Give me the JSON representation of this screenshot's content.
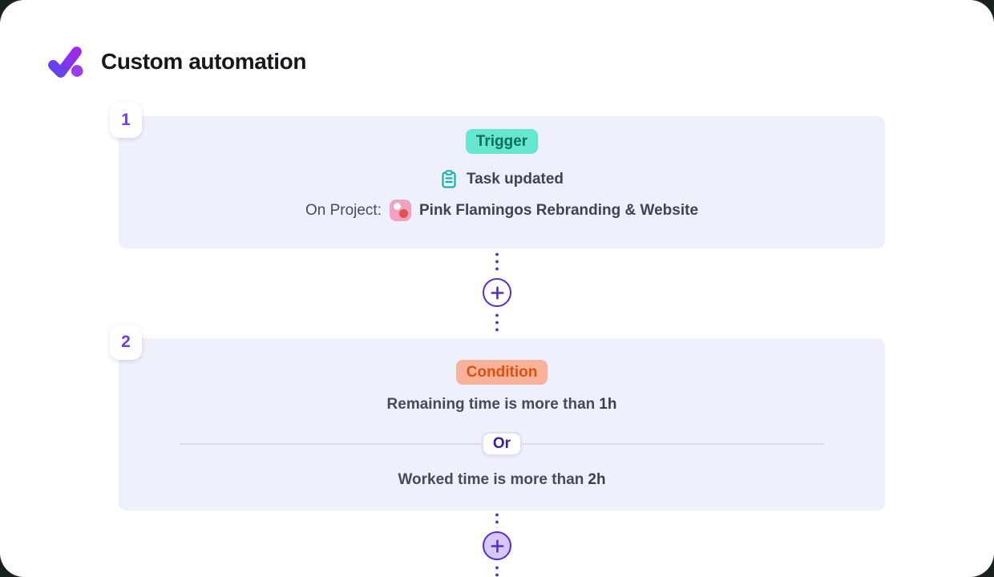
{
  "header": {
    "logo_icon": "check-logo-icon",
    "title": "Custom automation"
  },
  "colors": {
    "accent_purple": "#5a2bd1",
    "logo_gradient": [
      "#5b46ee",
      "#a428ec"
    ],
    "card_background": "#eef0fb",
    "trigger_badge_bg": "#66e7d0",
    "trigger_badge_text": "#0d6e60",
    "condition_badge_bg": "#f7b29b",
    "condition_badge_text": "#e0500f",
    "clipboard_icon_teal": "#12b5a5",
    "project_icon_pink": "#f0a2be",
    "project_icon_dot_red": "#e4504b",
    "or_pill_text": "#3a1f9e",
    "step_number_text": "#6d3ff0"
  },
  "steps": [
    {
      "number": "1",
      "type_label": "Trigger",
      "event": {
        "icon": "clipboard-icon",
        "label": "Task updated"
      },
      "scope": {
        "label": "On Project:",
        "icon": "project-avatar-icon",
        "value": "Pink Flamingos Rebranding & Website"
      }
    },
    {
      "number": "2",
      "type_label": "Condition",
      "conditions": [
        {
          "text": "Remaining time is more than",
          "value": "1h"
        },
        {
          "text": "Worked time is more than",
          "value": "2h"
        }
      ],
      "operator": "Or"
    }
  ],
  "connectors": [
    {
      "button": "add-step-button",
      "icon": "plus-icon"
    },
    {
      "button": "add-step-button",
      "icon": "plus-icon"
    }
  ]
}
